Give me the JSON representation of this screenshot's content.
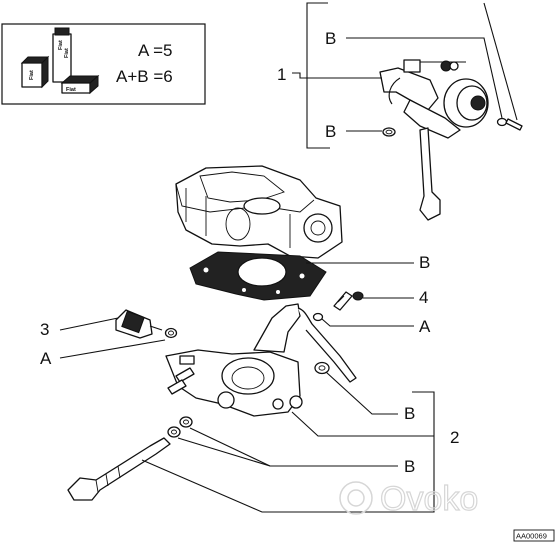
{
  "legend": {
    "line1": "A =5",
    "line2": "A+B =6",
    "tube_text_1": "Fiat",
    "tube_text_2": "Fiat",
    "box_text_1": "Fiat",
    "box_text_2": "Fiat"
  },
  "callouts": {
    "ref_1": "1",
    "ref_2": "2",
    "ref_3": "3",
    "ref_4": "4",
    "b_top": "B",
    "b_bracket": "B",
    "b_gasket": "B",
    "a_right": "A",
    "a_left": "A",
    "b_mid": "B",
    "b_bottom": "B"
  },
  "watermark": "Ovoko",
  "reference_code": "AA00069"
}
